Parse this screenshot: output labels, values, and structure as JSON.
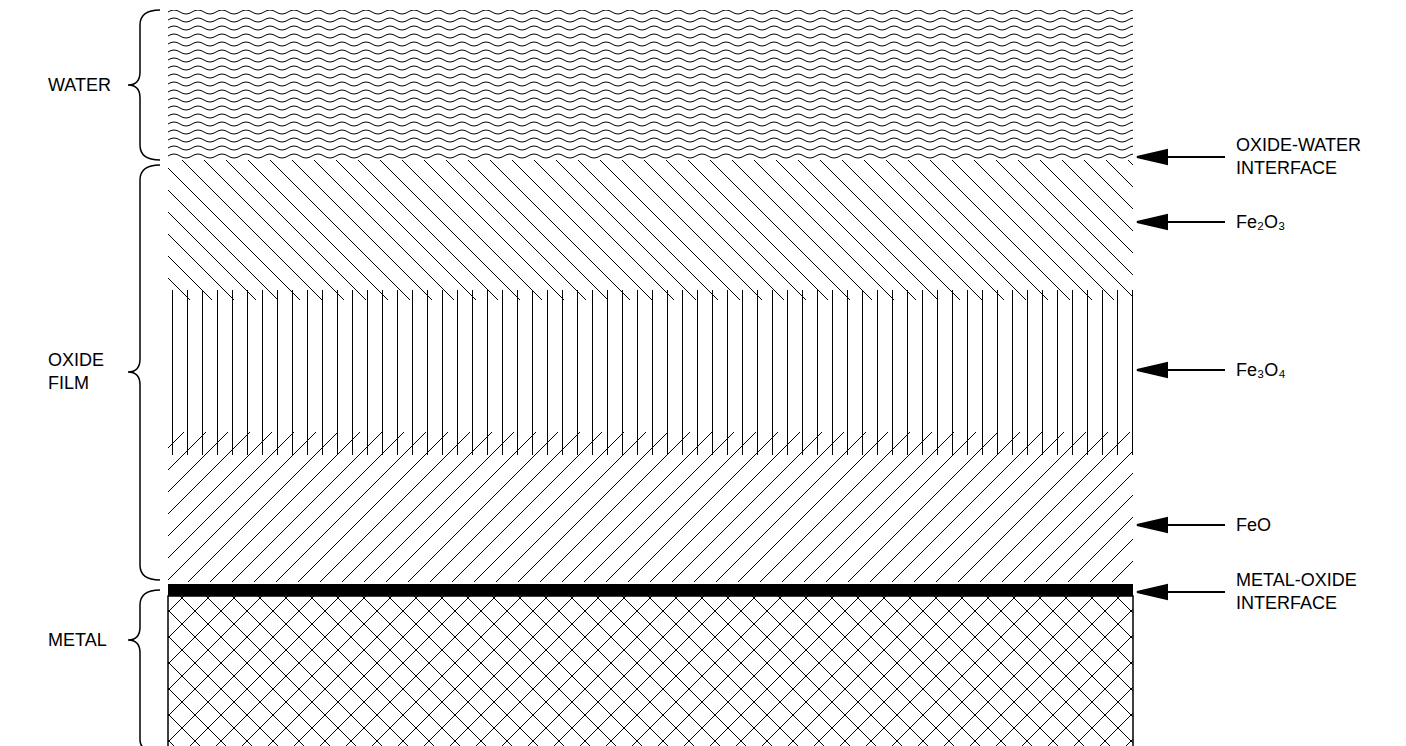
{
  "diagram": {
    "labels": [
      "WATER",
      "OXIDE FILM",
      "METAL",
      "OXIDE-WATER INTERFACE",
      "Fe₂O₃",
      "Fe₃O₄",
      "FeO",
      "METAL-OXIDE INTERFACE"
    ]
  }
}
